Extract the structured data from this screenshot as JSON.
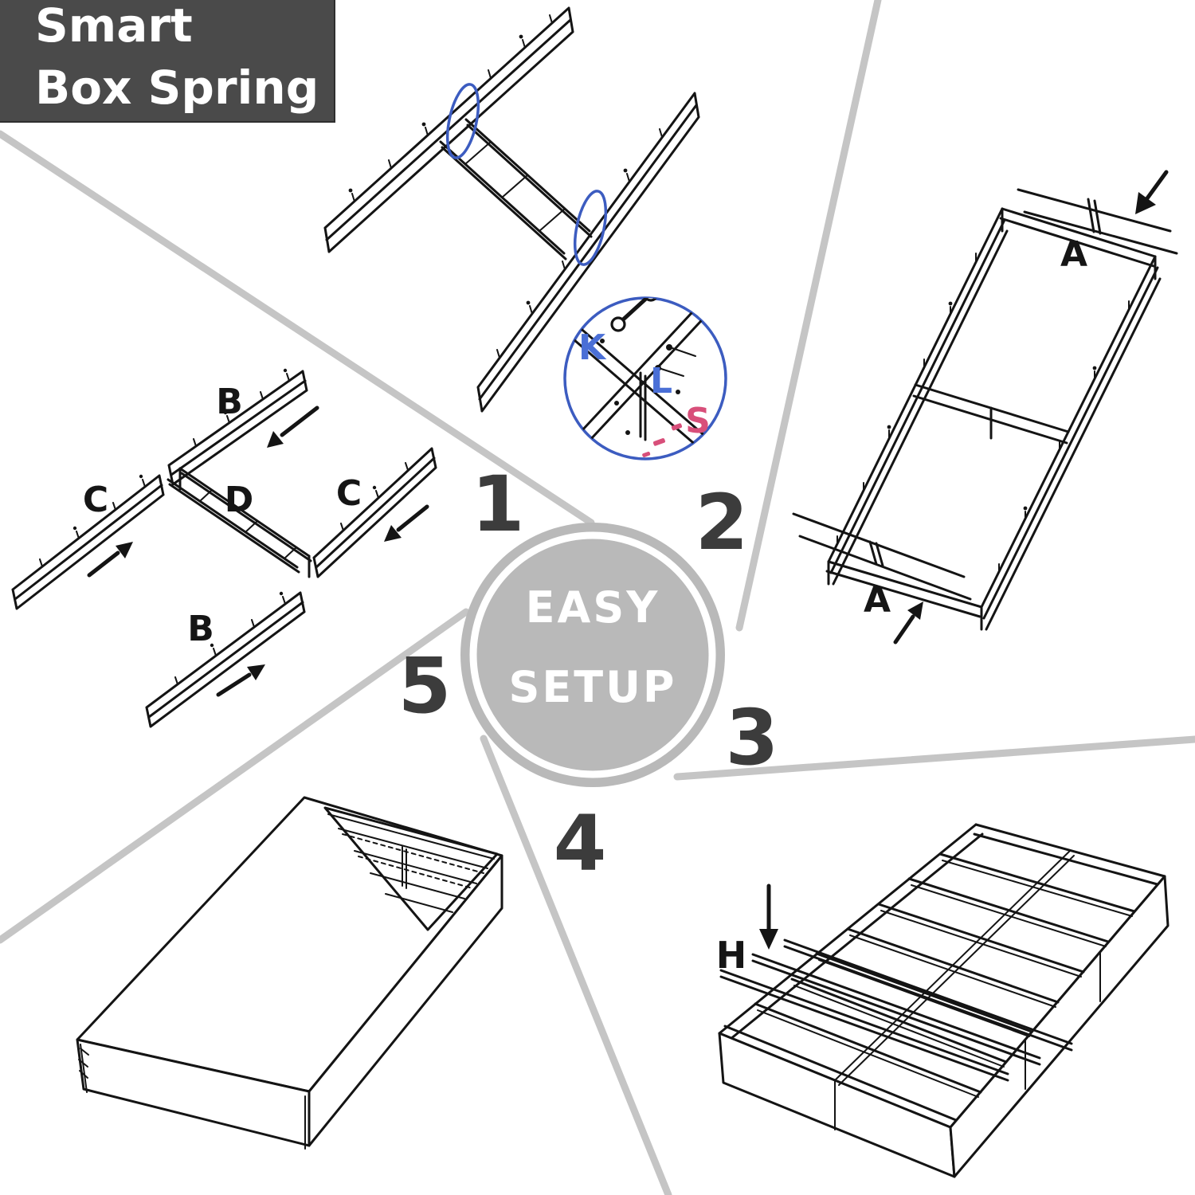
{
  "badge": {
    "line1": "Smart",
    "line2": "Box Spring"
  },
  "center_circle": {
    "line1": "EASY",
    "line2": "SETUP"
  },
  "step_numbers": {
    "n1": "1",
    "n2": "2",
    "n3": "3",
    "n4": "4",
    "n5": "5"
  },
  "part_labels": {
    "a_top": "A",
    "a_bottom": "A",
    "b_top": "B",
    "b_bottom": "B",
    "c_left": "C",
    "c_right": "C",
    "d_center": "D",
    "h_slat": "H",
    "k_part": "K",
    "l_part": "L",
    "s_part": "S"
  },
  "colors": {
    "badge_bg": "#4a4a4a",
    "badge_text": "#ffffff",
    "circle_fill": "#b9b9b9",
    "circle_ring": "#ffffff",
    "circle_text": "#ffffff",
    "divider_gray": "#c5c5c5",
    "step_number": "#3c3c3c",
    "line_art": "#141414",
    "highlight_blue": "#3c5cc0",
    "blue_label": "#4a6fd6",
    "pink_label": "#d84f7a"
  }
}
